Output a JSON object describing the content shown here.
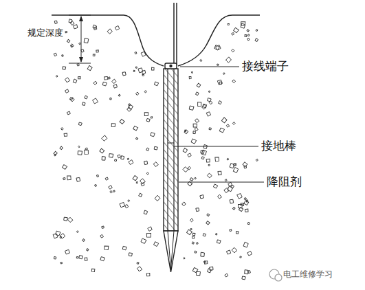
{
  "diagram": {
    "labels": [
      "规定深度",
      "接线端子",
      "接地棒",
      "降阻剂",
      "电工维修学习"
    ]
  }
}
